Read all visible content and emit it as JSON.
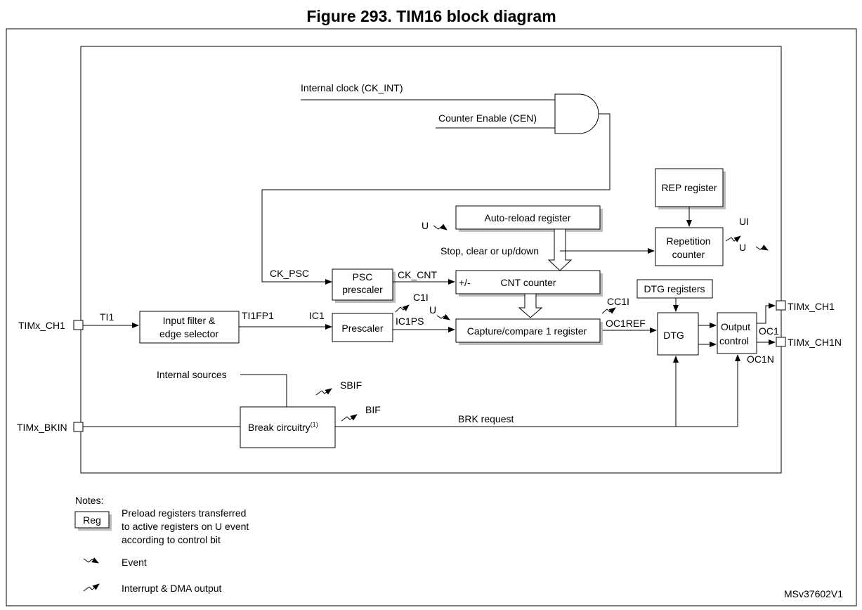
{
  "title": "Figure 293. TIM16 block diagram",
  "labels": {
    "internal_clock": "Internal clock (CK_INT)",
    "counter_enable": "Counter Enable (CEN)",
    "rep_register": "REP register",
    "repetition_counter_1": "Repetition",
    "repetition_counter_2": "counter",
    "ui": "UI",
    "u_rep": "U",
    "auto_reload": "Auto-reload register",
    "u_arr": "U",
    "stop_clear": "Stop, clear or up/down",
    "ck_psc": "CK_PSC",
    "psc_1": "PSC",
    "psc_2": "prescaler",
    "ck_cnt": "CK_CNT",
    "plus_minus": "+/-",
    "cnt_counter": "CNT counter",
    "dtg_registers": "DTG registers",
    "timx_ch1_in": "TIMx_CH1",
    "ti1": "TI1",
    "input_filter_1": "Input filter &",
    "input_filter_2": "edge selector",
    "ti1fp1": "TI1FP1",
    "ic1": "IC1",
    "prescaler": "Prescaler",
    "c1i": "C1I",
    "u_cc": "U",
    "ic1ps": "IC1PS",
    "capture_compare": "Capture/compare 1 register",
    "cc1i": "CC1I",
    "oc1ref": "OC1REF",
    "dtg": "DTG",
    "output_control_1": "Output",
    "output_control_2": "control",
    "oc1": "OC1",
    "oc1n": "OC1N",
    "timx_ch1_out": "TIMx_CH1",
    "timx_ch1n_out": "TIMx_CH1N",
    "internal_sources": "Internal sources",
    "sbif": "SBIF",
    "bif": "BIF",
    "break_circuitry": "Break circuitry",
    "break_sup": "(1)",
    "brk_request": "BRK request",
    "timx_bkin": "TIMx_BKIN"
  },
  "notes": {
    "heading": "Notes:",
    "reg": "Reg",
    "reg_desc_1": "Preload registers transferred",
    "reg_desc_2": "to active registers on U event",
    "reg_desc_3": "according to control bit",
    "event": "Event",
    "interrupt": "Interrupt & DMA output"
  },
  "figure_id": "MSv37602V1"
}
